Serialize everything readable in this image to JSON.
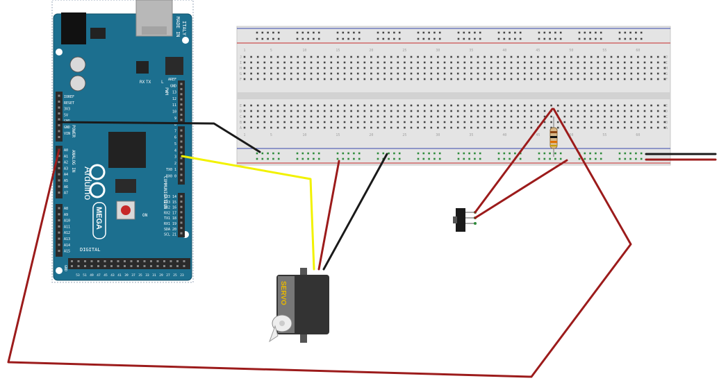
{
  "arduino": {
    "brand": "Arduino",
    "model": "MEGA",
    "made_in_line1": "MADE IN",
    "made_in_line2": "ITALY",
    "digital_label": "DIGITAL",
    "communication_label": "COMMUNICATION",
    "analog_label": "ANALOG IN",
    "power_label": "POWER",
    "pwm_label": "PWM",
    "l_label": "L",
    "on_label": "ON",
    "tx_label": "TX",
    "rx_label": "RX",
    "gnd_label": "GND",
    "left_power_pins": [
      "IOREF",
      "RESET",
      "3V3",
      "5V",
      "GND",
      "GND",
      "VIN"
    ],
    "analog_pins": [
      "A0",
      "A1",
      "A2",
      "A3",
      "A4",
      "A5",
      "A6",
      "A7",
      "A8",
      "A9",
      "A10",
      "A11",
      "A12",
      "A13",
      "A14",
      "A15"
    ],
    "right_pins_top": [
      "AREF",
      "GND",
      "13",
      "12",
      "11",
      "10",
      "9",
      "8",
      "7",
      "6",
      "5",
      "4",
      "3",
      "2",
      "TX0 1",
      "RX0 0"
    ],
    "comm_pins": [
      "TX3 14",
      "RX3 15",
      "TX2 16",
      "RX2 17",
      "TX1 18",
      "RX1 19",
      "SDA 20",
      "SCL 21"
    ],
    "bottom_header_numbers": [
      "53",
      "51",
      "49",
      "47",
      "45",
      "43",
      "41",
      "39",
      "37",
      "35",
      "33",
      "31",
      "29",
      "27",
      "25",
      "23"
    ]
  },
  "breadboard": {
    "column_numbers": [
      "1",
      "5",
      "10",
      "15",
      "20",
      "25",
      "30",
      "35",
      "40",
      "45",
      "50",
      "55",
      "60"
    ],
    "row_letters_top": [
      "J",
      "I",
      "H",
      "G",
      "F"
    ],
    "row_letters_bottom": [
      "E",
      "D",
      "C",
      "B",
      "A"
    ]
  },
  "servo": {
    "label": "SERVO"
  },
  "colors": {
    "board_blue": "#1c6f8f",
    "board_edge": "#0f5068",
    "breadboard": "#e4e4e4",
    "rail_red": "#c62828",
    "rail_blue": "#3949ab",
    "wire_red": "#9c1b1b",
    "wire_black": "#1a1a1a",
    "wire_yellow": "#f2f200",
    "servo_body": "#333333",
    "servo_label": "#e8b800",
    "hole_green": "#2e8b3a"
  },
  "icons": [
    "usb-connector-icon",
    "power-jack-icon",
    "capacitor-icon",
    "chip-icon",
    "reset-button-icon",
    "arduino-logo-icon",
    "slide-switch-icon",
    "resistor-icon",
    "servo-motor-icon"
  ]
}
